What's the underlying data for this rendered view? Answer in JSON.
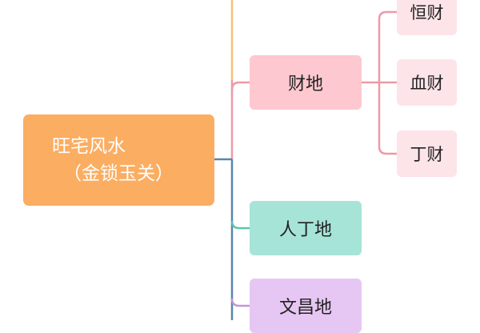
{
  "diagram": {
    "root": {
      "line1": "旺宅风水",
      "line2": "（金锁玉关）",
      "color": "#fbad62"
    },
    "branches": [
      {
        "label": "财地",
        "color": "#fdc8cf",
        "line_color": "#ec9aa6",
        "children": [
          {
            "label": "恒财"
          },
          {
            "label": "血财"
          },
          {
            "label": "丁财"
          }
        ]
      },
      {
        "label": "人丁地",
        "color": "#a5e4d7",
        "line_color": "#5fc4ad"
      },
      {
        "label": "文昌地",
        "color": "#e6c6f3",
        "line_color": "#c195db"
      }
    ],
    "child_color": "#fde4e8",
    "spine_top_color": "#f8bf7a",
    "spine_bottom_color": "#5b86ad"
  }
}
